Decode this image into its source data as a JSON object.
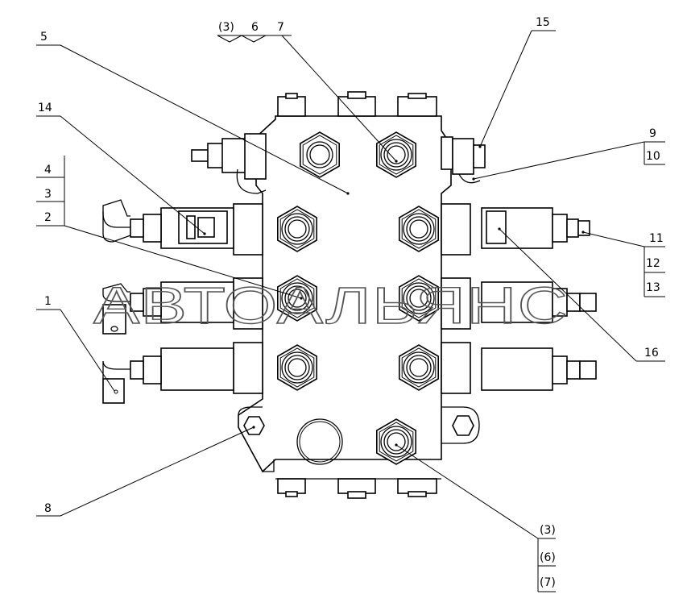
{
  "callouts": {
    "c1": "1",
    "c2": "2",
    "c3": "3",
    "c4": "4",
    "c5": "5",
    "c7": "7",
    "c8": "8",
    "c9": "9",
    "c10": "10",
    "c11": "11",
    "c12": "12",
    "c13": "13",
    "c14": "14",
    "c15": "15",
    "c16": "16",
    "top_group": [
      "(3)",
      "6",
      "7"
    ],
    "bottom_group": [
      "(3)",
      "(6)",
      "(7)"
    ]
  },
  "watermark": "АВТОАЛЬЯНС"
}
